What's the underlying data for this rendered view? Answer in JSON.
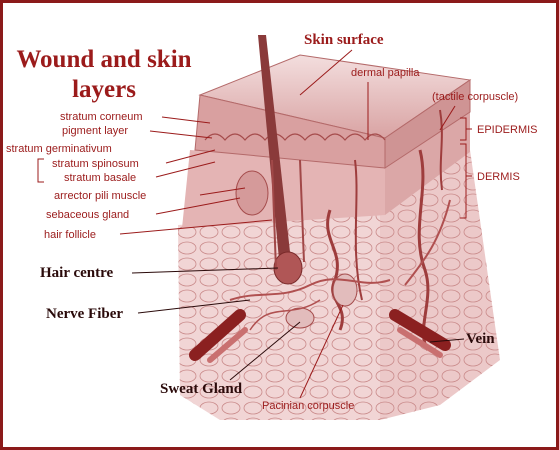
{
  "title": {
    "line1": "Wound and skin",
    "line2": "layers"
  },
  "labels": {
    "skin_surface": "Skin surface",
    "dermal_papilla": "dermal papilla",
    "tactile_corpuscle": "(tactile corpuscle)",
    "epidermis": "EPIDERMIS",
    "dermis": "DERMIS",
    "stratum_corneum": "stratum corneum",
    "pigment_layer": "pigment layer",
    "stratum_germinativum": "stratum germinativum",
    "stratum_spinosum": "stratum spinosum",
    "stratum_basale": "stratum basale",
    "arrector_pili": "arrector pili muscle",
    "sebaceous_gland": "sebaceous gland",
    "hair_follicle": "hair follicle",
    "hair_centre": "Hair centre",
    "nerve_fiber": "Nerve Fiber",
    "sweat_gland": "Sweat Gland",
    "vein": "Vein",
    "pacinian": "Pacinian corpuscle"
  },
  "colors": {
    "frame": "#8b1a1a",
    "tissue": "#e9c2c2",
    "tissue_dark": "#b85a5a",
    "text_red": "#9b1b1b",
    "text_dark": "#2a0a0a"
  }
}
